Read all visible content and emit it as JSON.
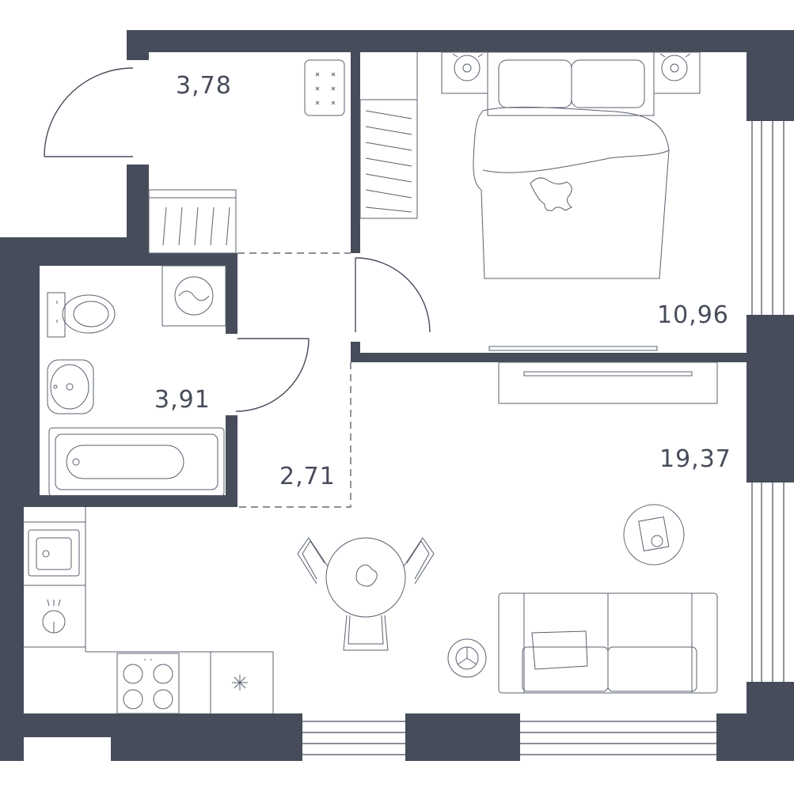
{
  "rooms": [
    {
      "id": "hall",
      "area": "3,78"
    },
    {
      "id": "bedroom",
      "area": "10,96"
    },
    {
      "id": "bathroom",
      "area": "3,91"
    },
    {
      "id": "corridor",
      "area": "2,71"
    },
    {
      "id": "living-kitchen",
      "area": "19,37"
    }
  ],
  "icons": {
    "entrance": "door-swing-icon",
    "wardrobe": "wardrobe-icon",
    "bed": "double-bed-icon",
    "nightstand": "nightstand-lamp-icon",
    "toilet": "toilet-icon",
    "sink": "washbasin-icon",
    "bathtub": "bathtub-icon",
    "washer": "washing-machine-icon",
    "dining": "dining-table-icon",
    "sofa": "sofa-icon",
    "hob": "cooktop-icon",
    "kitchen-sink": "kitchen-sink-icon",
    "tv": "tv-stand-icon",
    "coffee-table": "coffee-table-icon",
    "floor-lamp": "floor-lamp-icon"
  },
  "colors": {
    "wall": "#474c5a",
    "line": "#59606e",
    "background": "#ffffff"
  }
}
